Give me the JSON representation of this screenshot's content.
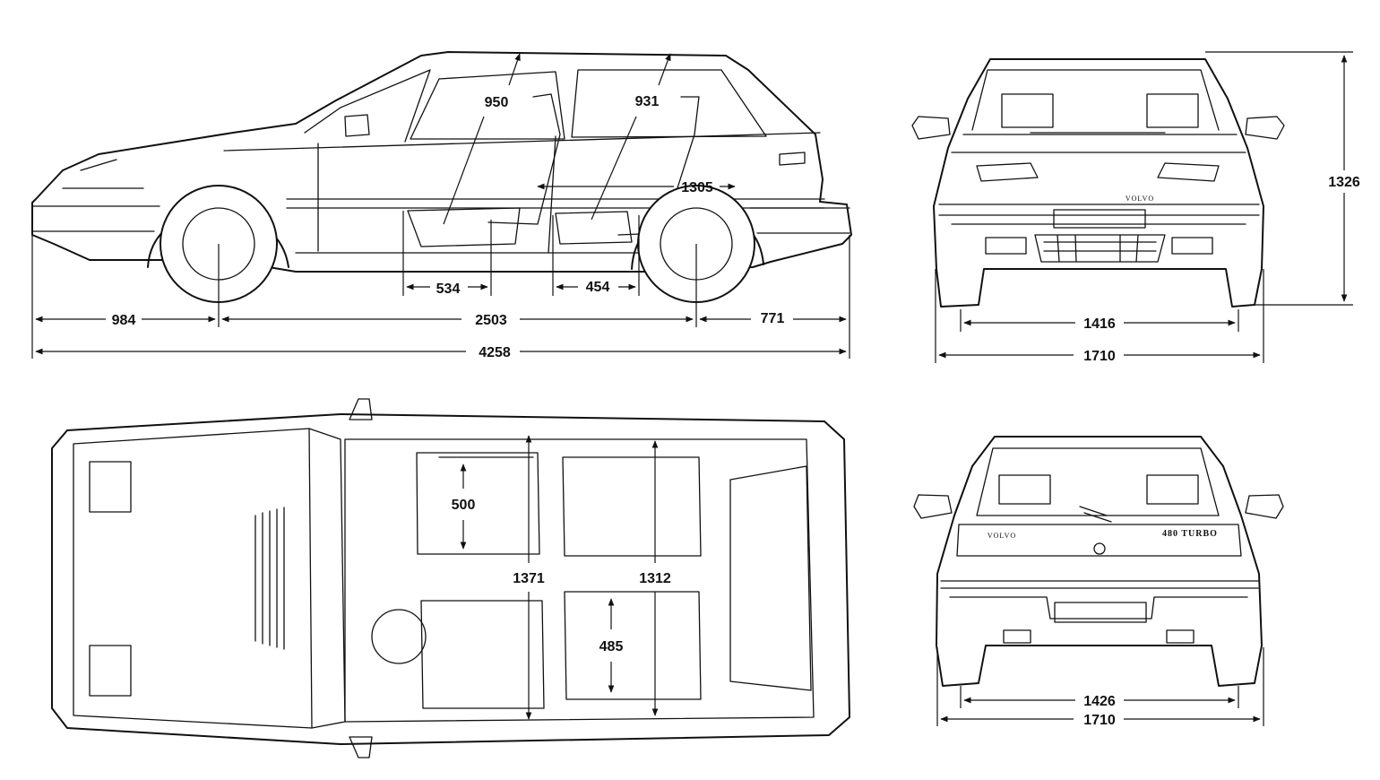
{
  "side_view": {
    "dim_front_overhang": "984",
    "dim_wheelbase": "2503",
    "dim_rear_overhang": "771",
    "dim_overall_length": "4258",
    "dim_front_headroom": "950",
    "dim_rear_headroom": "931",
    "dim_interior_1305": "1305",
    "dim_front_seat_534": "534",
    "dim_rear_seat_454": "454"
  },
  "front_view": {
    "dim_height": "1326",
    "dim_front_track": "1416",
    "dim_width": "1710",
    "badge_text": "VOLVO"
  },
  "top_view": {
    "dim_seat_500": "500",
    "dim_front_width_1371": "1371",
    "dim_rear_width_1312": "1312",
    "dim_rear_seat_485": "485"
  },
  "rear_view": {
    "dim_rear_track": "1426",
    "dim_width": "1710",
    "badge_left": "VOLVO",
    "badge_right": "480 TURBO"
  },
  "colors": {
    "ink": "#111111",
    "paper": "#ffffff"
  }
}
